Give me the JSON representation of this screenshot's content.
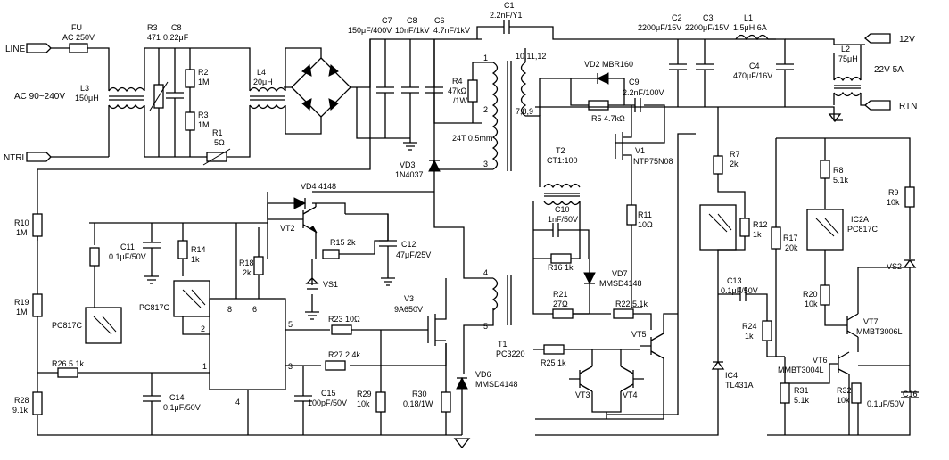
{
  "labels": {
    "LINE": "LINE",
    "NTRL": "NTRL",
    "AC": "AC 90~240V",
    "FU": "FU",
    "FU_v": "AC 250V",
    "L3": "L3",
    "L3_v": "150μH",
    "R3a": "R3",
    "R3a_v": "471",
    "C8a": "C8",
    "C8a_v": "0.22μF",
    "R2": "R2",
    "R2_v": "1M",
    "R3b": "R3",
    "R3b_v": "1M",
    "R1": "R1",
    "R1_v": "5Ω",
    "L4": "L4",
    "L4_v": "20μH",
    "C7": "C7",
    "C7_v": "150μF/400V",
    "C8b": "C8",
    "C8b_v": "10nF/1kV",
    "C6": "C6",
    "C6_v": "4.7nF/1kV",
    "C1": "C1",
    "C1_v": "2.2nF/Y1",
    "R4": "R4",
    "R4_v": "47kΩ",
    "R4_w": "/1W",
    "T1_pins_top": "10,11,12",
    "T1_pins_mid": "7,8,9",
    "p1": "1",
    "p2": "2",
    "p3": "3",
    "p4": "4",
    "p5": "5",
    "T1_turns": "24T 0.5mm",
    "T1": "T1",
    "T1_v": "PC3220",
    "VD3": "VD3",
    "VD3_v": "1N4037",
    "VD4": "VD4  4148",
    "VT2": "VT2",
    "R15": "R15 2k",
    "C12": "C12",
    "C12_v": "47μF/25V",
    "VS1": "VS1",
    "R18": "R18",
    "R18_v": "2k",
    "R14": "R14",
    "R14_v": "1k",
    "C11": "C11",
    "C11_v": "0.1μF/50V",
    "PC817C_a": "PC817C",
    "PC817C_b": "PC817C",
    "R10": "R10",
    "R10_v": "1M",
    "R19": "R19",
    "R19_v": "1M",
    "R26": "R26  5.1k",
    "R28": "R28",
    "R28_v": "9.1k",
    "C14": "C14",
    "C14_v": "0.1μF/50V",
    "ic_p1": "1",
    "ic_p2": "2",
    "ic_p3": "3",
    "ic_p4": "4",
    "ic_p5": "5",
    "ic_p6": "6",
    "ic_p8": "8",
    "R23": "R23  10Ω",
    "R27": "R27 2.4k",
    "V3": "V3",
    "V3_v": "9A650V",
    "C15": "C15",
    "C15_v": "100pF/50V",
    "R29": "R29",
    "R29_v": "10k",
    "R30": "R30",
    "R30_v": "0.18/1W",
    "VD6": "VD6",
    "VD6_v": "MMSD4148",
    "VD2": "VD2  MBR160",
    "C9": "C9",
    "C9_v": "2.2nF/100V",
    "R5": "R5  4.7kΩ",
    "V1": "V1",
    "V1_v": "NTP75N08",
    "T2": "T2",
    "T2_v": "CT1:100",
    "C10": "C10",
    "C10_v": "1nF/50V",
    "R16": "R16   1k",
    "R11": "R11",
    "R11_v": "10Ω",
    "VD7": "VD7",
    "VD7_v": "MMSD4148",
    "R21": "R21",
    "R21_v": "27Ω",
    "R22": "R22  5.1k",
    "VT5": "VT5",
    "R25": "R25  1k",
    "VT3": "VT3",
    "VT4": "VT4",
    "C2": "C2",
    "C2_v": "2200μF/15V",
    "C3": "C3",
    "C3_v": "2200μF/15V",
    "L1": "L1",
    "L1_v": "1.5μH 6A",
    "C4": "C4",
    "C4_v": "470μF/16V",
    "L2": "L2",
    "L2_v": "75μH",
    "out_v": "12V",
    "out_rtn": "RTN",
    "out_rating": "22V 5A",
    "R7": "R7",
    "R7_v": "2k",
    "R12": "R12",
    "R12_v": "1k",
    "C13": "C13",
    "C13_v": "0.1μF/50V",
    "R24": "R24",
    "R24_v": "1k",
    "IC4": "IC4",
    "IC4_v": "TL431A",
    "R8": "R8",
    "R8_v": "5.1k",
    "IC2A": "IC2A",
    "IC2A_v": "PC817C",
    "R17": "R17",
    "R17_v": "20k",
    "R9": "R9",
    "R9_v": "10k",
    "VS2": "VS2",
    "R20": "R20",
    "R20_v": "10k",
    "VT7": "VT7",
    "VT7_v": "MMBT3006L",
    "VT6": "VT6",
    "VT6_v": "MMBT3004L",
    "R31": "R31",
    "R31_v": "5.1k",
    "R32": "R32",
    "R32_v": "10k",
    "C16": "C16",
    "C16_v": "0.1μF/50V"
  }
}
